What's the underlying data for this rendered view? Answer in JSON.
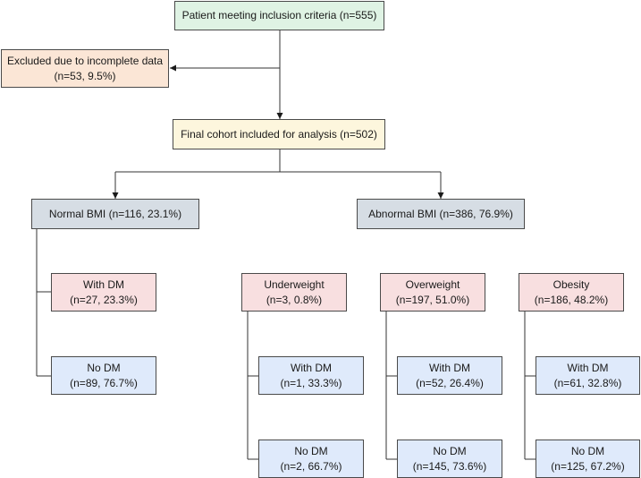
{
  "root": {
    "label": "Patient meeting inclusion criteria (n=555)"
  },
  "excluded": {
    "line1": "Excluded due to incomplete data",
    "line2": "(n=53, 9.5%)"
  },
  "final": {
    "label": "Final cohort included for analysis (n=502)"
  },
  "normal": {
    "label": "Normal BMI (n=116, 23.1%)",
    "with_dm": {
      "title": "With DM",
      "stats": "(n=27, 23.3%)"
    },
    "no_dm": {
      "title": "No DM",
      "stats": "(n=89, 76.7%)"
    }
  },
  "abnormal": {
    "label": "Abnormal BMI (n=386, 76.9%)"
  },
  "underweight": {
    "title": "Underweight",
    "stats": "(n=3, 0.8%)",
    "with_dm": {
      "title": "With DM",
      "stats": "(n=1, 33.3%)"
    },
    "no_dm": {
      "title": "No DM",
      "stats": "(n=2, 66.7%)"
    }
  },
  "overweight": {
    "title": "Overweight",
    "stats": "(n=197, 51.0%)",
    "with_dm": {
      "title": "With DM",
      "stats": "(n=52, 26.4%)"
    },
    "no_dm": {
      "title": "No DM",
      "stats": "(n=145, 73.6%)"
    }
  },
  "obesity": {
    "title": "Obesity",
    "stats": "(n=186, 48.2%)",
    "with_dm": {
      "title": "With DM",
      "stats": "(n=61, 32.8%)"
    },
    "no_dm": {
      "title": "No DM",
      "stats": "(n=125, 67.2%)"
    }
  }
}
